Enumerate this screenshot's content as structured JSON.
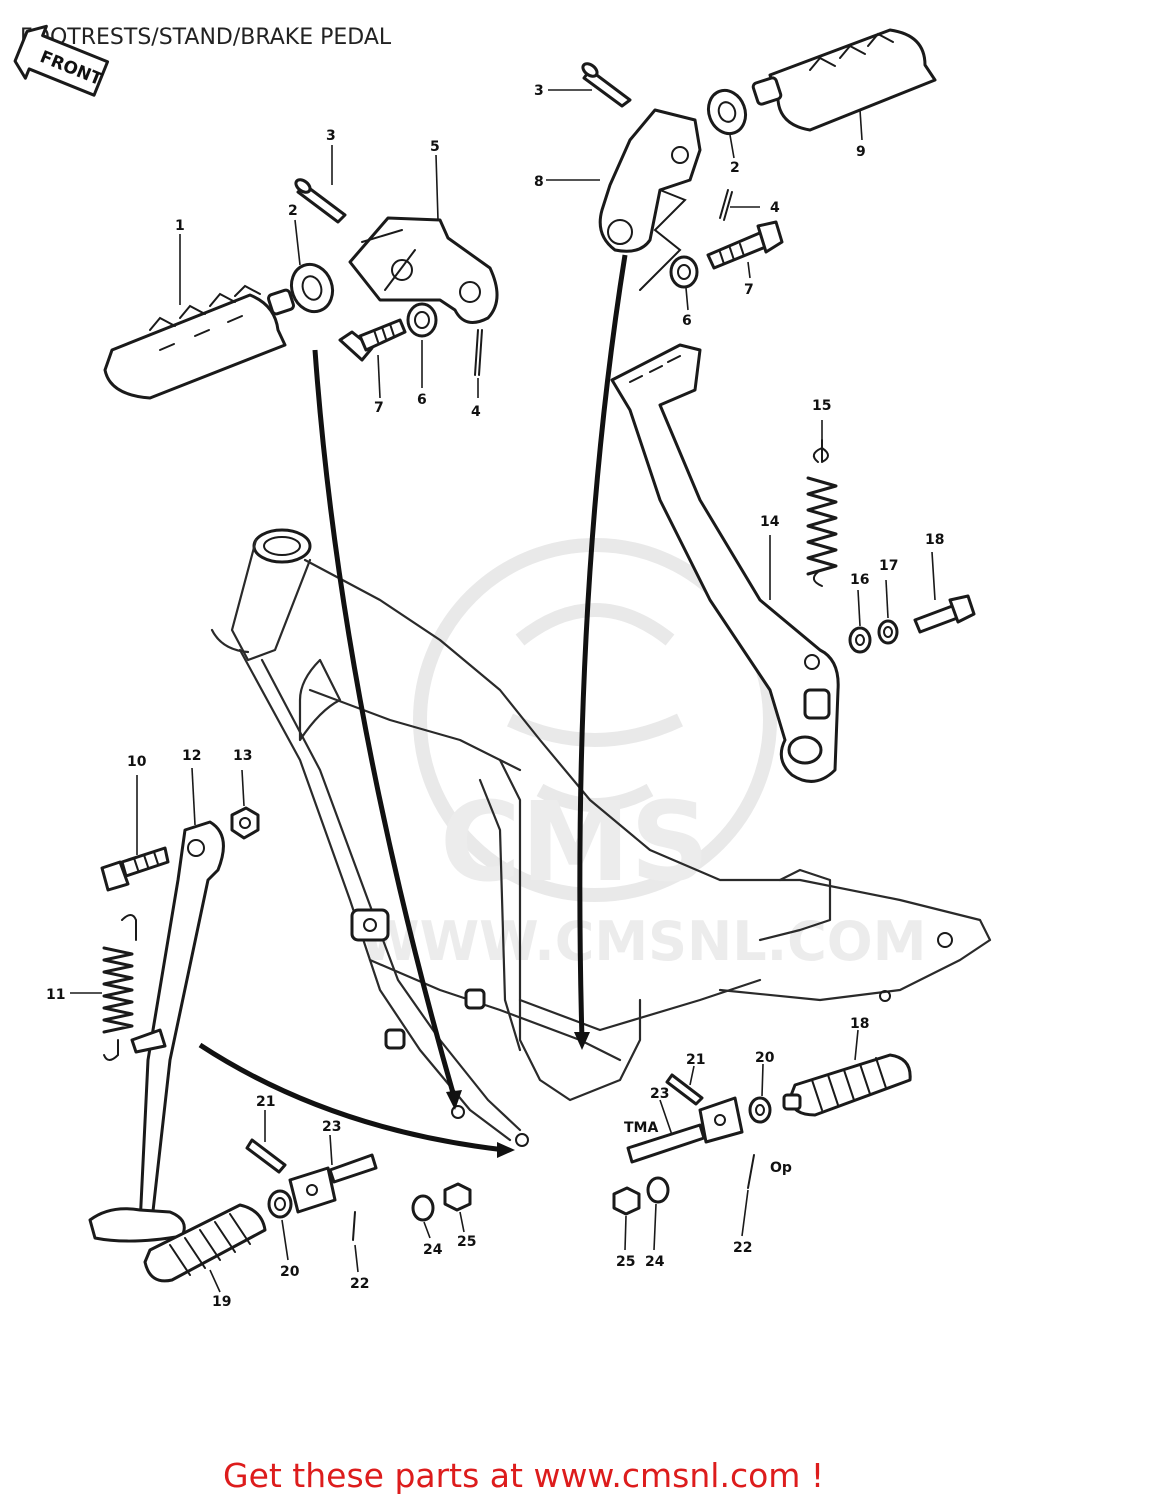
{
  "title": "FOOTRESTS/STAND/BRAKE PEDAL",
  "front_label": "FRONT",
  "watermark": {
    "brand": "CMS",
    "url": "WWW.CMSNL.COM"
  },
  "promo": "Get these parts at www.cmsnl.com !",
  "callouts": [
    "1",
    "2",
    "3",
    "5",
    "4",
    "6",
    "7",
    "2",
    "3",
    "8",
    "9",
    "4",
    "7",
    "6",
    "15",
    "14",
    "16",
    "17",
    "18",
    "10",
    "12",
    "13",
    "11",
    "21",
    "23",
    "20",
    "24",
    "25",
    "22",
    "19",
    "18",
    "20",
    "21",
    "23",
    "24",
    "25",
    "22"
  ],
  "stray_marks": [
    "ТМА",
    "Ор"
  ]
}
